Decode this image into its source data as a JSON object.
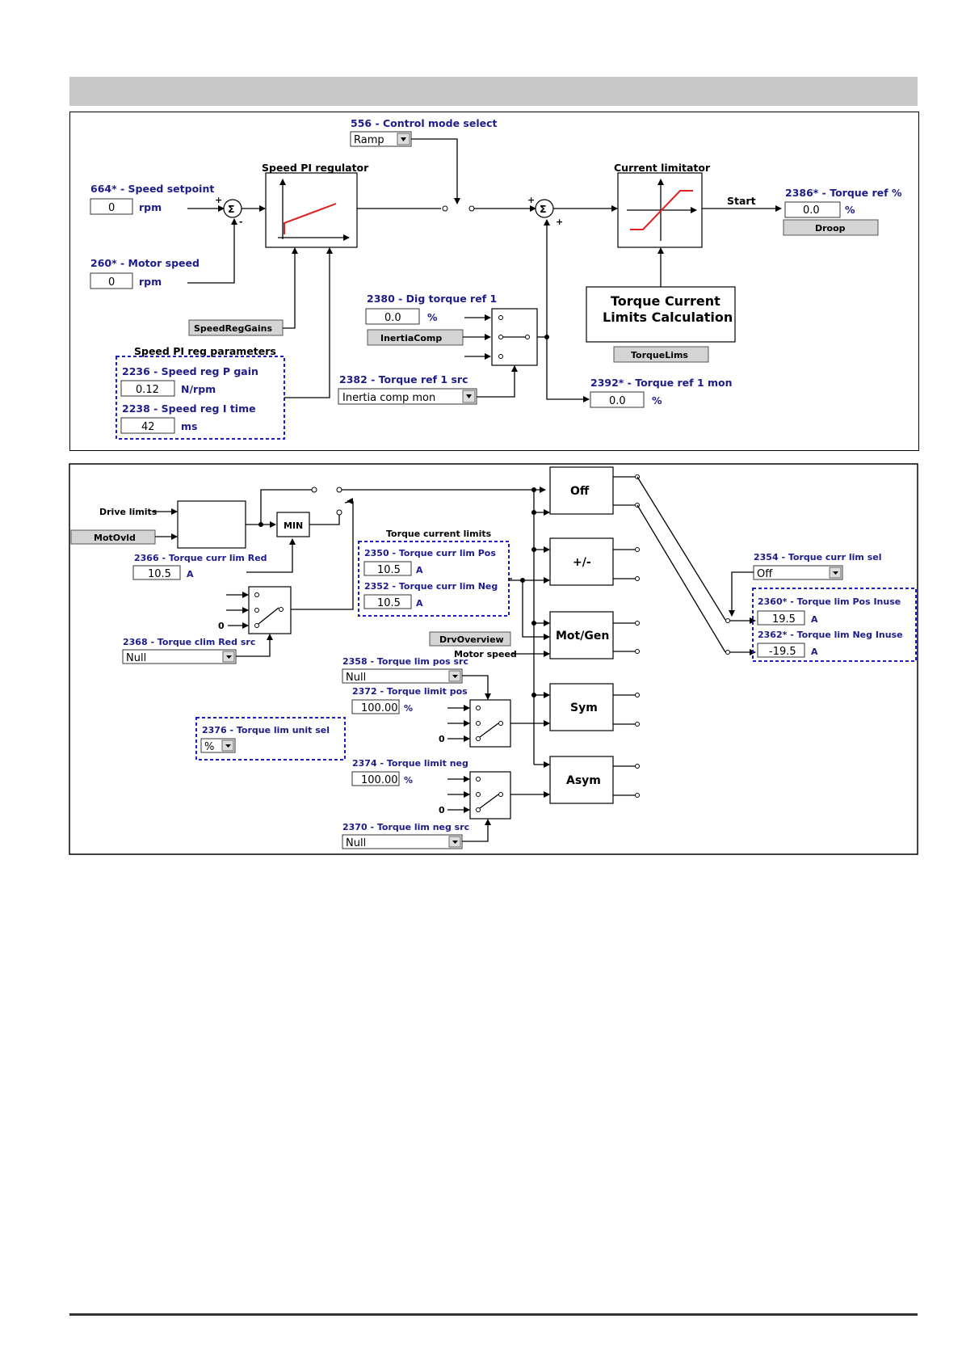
{
  "top": {
    "control_mode": {
      "label": "556 - Control mode select",
      "value": "Ramp"
    },
    "speed_setpoint": {
      "label": "664* - Speed setpoint",
      "value": "0",
      "unit": "rpm"
    },
    "motor_speed": {
      "label": "260* - Motor speed",
      "value": "0",
      "unit": "rpm"
    },
    "speed_pi_title": "Speed PI regulator",
    "current_limitator_title": "Current limitator",
    "start_label": "Start",
    "torque_ref_pct": {
      "label": "2386* - Torque ref %",
      "value": "0.0",
      "unit": "%"
    },
    "droop_button": "Droop",
    "speed_reg_gains_button": "SpeedRegGains",
    "pi_params": {
      "title": "Speed PI reg parameters",
      "p_gain": {
        "label": "2236 - Speed reg P gain",
        "value": "0.12",
        "unit": "N/rpm"
      },
      "i_time": {
        "label": "2238 - Speed reg I time",
        "value": "42",
        "unit": "ms"
      }
    },
    "dig_torque_ref": {
      "label": "2380 - Dig torque ref 1",
      "value": "0.0",
      "unit": "%"
    },
    "inertia_comp_button": "InertiaComp",
    "torque_ref_src": {
      "label": "2382 - Torque ref 1 src",
      "value": "Inertia comp mon"
    },
    "torque_current_calc": {
      "line1": "Torque Current",
      "line2": "Limits Calculation"
    },
    "torque_lims_button": "TorqueLims",
    "torque_ref_mon": {
      "label": "2392* - Torque ref 1 mon",
      "value": "0.0",
      "unit": "%"
    },
    "plus": "+",
    "minus": "-",
    "sigma": "Σ"
  },
  "bottom": {
    "drive_limits": "Drive limits",
    "mot_ovld_button": "MotOvld",
    "min_label": "MIN",
    "curr_lim_red": {
      "label": "2366 - Torque curr lim Red",
      "value": "10.5",
      "unit": "A"
    },
    "clim_red_src": {
      "label": "2368 - Torque clim Red src",
      "value": "Null"
    },
    "zero": "0",
    "torque_current_limits": {
      "title": "Torque current limits",
      "pos": {
        "label": "2350 - Torque curr lim Pos",
        "value": "10.5",
        "unit": "A"
      },
      "neg": {
        "label": "2352 - Torque curr lim Neg",
        "value": "10.5",
        "unit": "A"
      }
    },
    "drv_overview_button": "DrvOverview",
    "motor_speed": "Motor speed",
    "lim_pos_src": {
      "label": "2358 - Torque lim pos src",
      "value": "Null"
    },
    "limit_pos": {
      "label": "2372 - Torque limit pos",
      "value": "100.00",
      "unit": "%"
    },
    "lim_unit_sel": {
      "label": "2376 - Torque lim unit sel",
      "value": "%"
    },
    "limit_neg": {
      "label": "2374 - Torque limit neg",
      "value": "100.00",
      "unit": "%"
    },
    "lim_neg_src": {
      "label": "2370 - Torque lim neg src",
      "value": "Null"
    },
    "blocks": [
      "Off",
      "+/-",
      "Mot/Gen",
      "Sym",
      "Asym"
    ],
    "curr_lim_sel": {
      "label": "2354 - Torque curr lim sel",
      "value": "Off"
    },
    "pos_inuse": {
      "label": "2360* - Torque lim Pos Inuse",
      "value": "19.5",
      "unit": "A"
    },
    "neg_inuse": {
      "label": "2362* - Torque lim Neg Inuse",
      "value": "-19.5",
      "unit": "A"
    }
  }
}
